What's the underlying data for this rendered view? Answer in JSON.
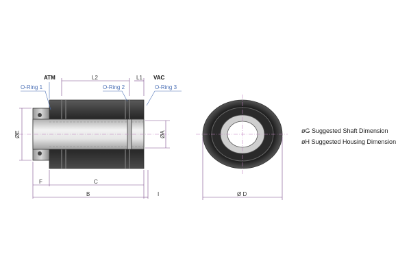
{
  "labels": {
    "atm": "ATM",
    "vac": "VAC",
    "l2": "L2",
    "l1": "L1",
    "oring1": "O-Ring 1",
    "oring2": "O-Ring 2",
    "oring3": "O-Ring 3",
    "dia_e": "ØE",
    "dia_a": "ØA",
    "dim_f": "F",
    "dim_c": "C",
    "dim_b": "B",
    "dim_i": "I",
    "dia_d": "Ø D"
  },
  "notes": {
    "shaft": "øG Suggested Shaft Dimension",
    "housing": "øH Suggested Housing Dimension"
  },
  "colors": {
    "dimension_line": "#7a4a8a",
    "leader": "#4a6fb5",
    "body_dark": "#2e2e2e",
    "shaft_light": "#d8d8d8"
  }
}
